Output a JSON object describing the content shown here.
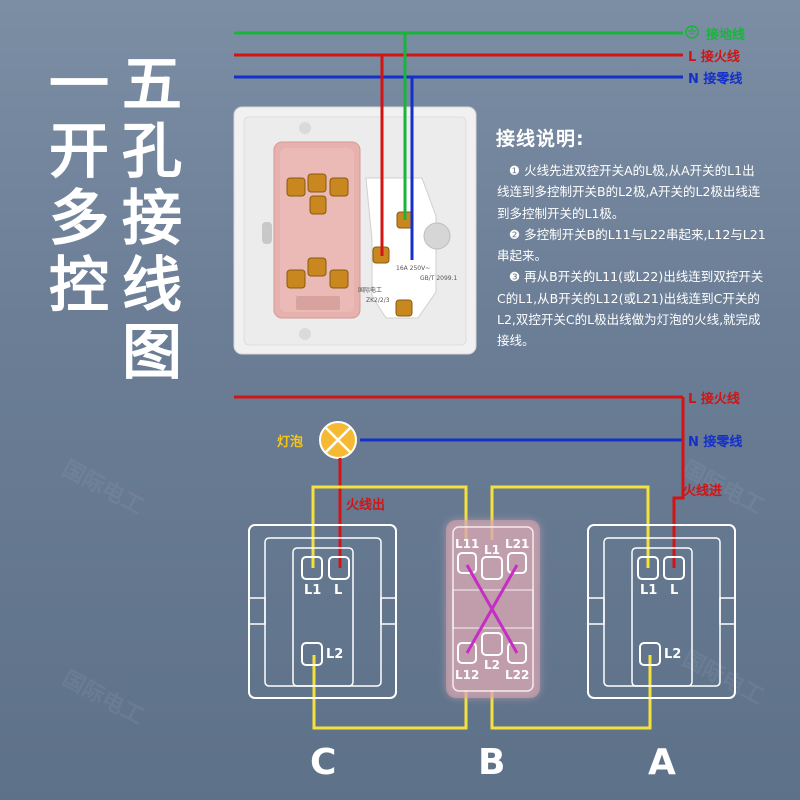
{
  "title": {
    "left_column": [
      "一",
      "开",
      "多",
      "控"
    ],
    "right_column": [
      "五",
      "孔",
      "接",
      "线",
      "图"
    ]
  },
  "wire_labels": {
    "ground": "接地线",
    "live_prefix": "L",
    "live": "接火线",
    "neutral_prefix": "N",
    "neutral": "接零线"
  },
  "socket_brand": {
    "brand": "国际电工",
    "model": "ZK2/2/3",
    "rating": "16A 250V~",
    "standard": "GB/T 2099.1"
  },
  "instructions": {
    "heading": "接线说明:",
    "steps": [
      {
        "num": "❶",
        "text": "火线先进双控开关A的L极,从A开关的L1出线连到多控制开关B的L2极,A开关的L2极出线连到多控制开关的L1极。"
      },
      {
        "num": "❷",
        "text": "多控制开关B的L11与L22串起来,L12与L21串起来。"
      },
      {
        "num": "❸",
        "text": "再从B开关的L11(或L22)出线连到双控开关C的L1,从B开关的L12(或L21)出线连到C开关的L2,双控开关C的L极出线做为灯泡的火线,就完成接线。"
      }
    ]
  },
  "diagram": {
    "bulb_label": "灯泡",
    "live_out_label": "火线出",
    "live_in_label": "火线进",
    "switch_c": {
      "letter": "C",
      "terminals": [
        "L1",
        "L",
        "L2"
      ]
    },
    "switch_b": {
      "letter": "B",
      "terminals_top": [
        "L11",
        "L1",
        "L21"
      ],
      "terminals_bottom": [
        "L12",
        "L2",
        "L22"
      ]
    },
    "switch_a": {
      "letter": "A",
      "terminals": [
        "L1",
        "L",
        "L2"
      ]
    }
  },
  "watermark": "国际电工",
  "colors": {
    "ground": "#19b43c",
    "live": "#d21414",
    "neutral": "#1430c8",
    "traveler": "#f5e13c",
    "background": "#6b7e96"
  }
}
